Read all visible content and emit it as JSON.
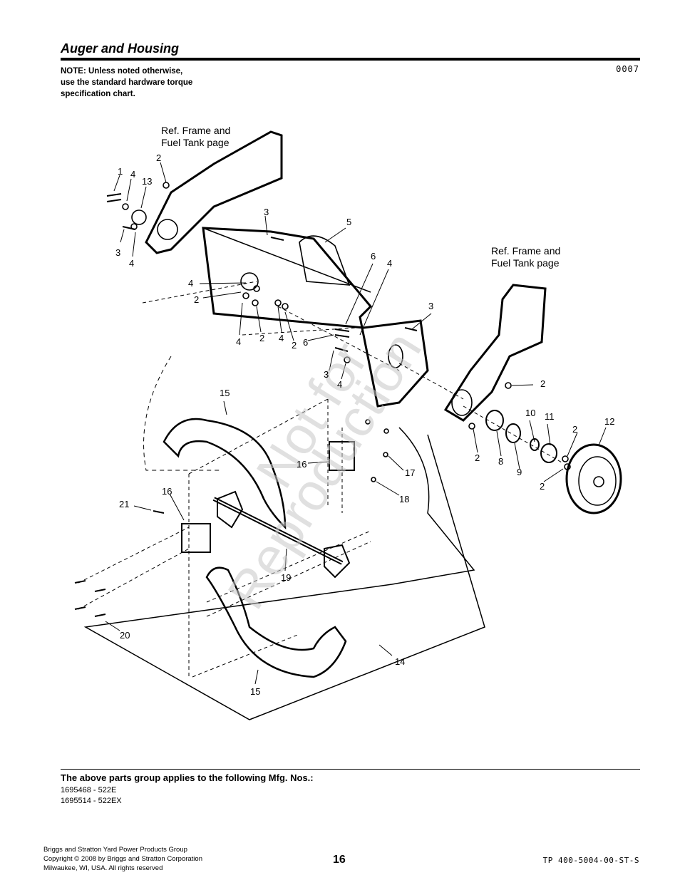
{
  "header": {
    "title": "Auger and Housing",
    "note_lines": [
      "NOTE: Unless noted otherwise,",
      "use the standard hardware torque",
      "specification chart."
    ],
    "drawing_code": "0007"
  },
  "diagram": {
    "ref_left": [
      "Ref. Frame and",
      "Fuel Tank page"
    ],
    "ref_right": [
      "Ref. Frame and",
      "Fuel Tank page"
    ],
    "watermark_line1": "Not for",
    "watermark_line2": "Reproduction",
    "callouts": [
      "1",
      "4",
      "13",
      "2",
      "3",
      "4",
      "3",
      "5",
      "6",
      "4",
      "4",
      "2",
      "4",
      "2",
      "4",
      "2",
      "6",
      "3",
      "3",
      "4",
      "2",
      "15",
      "10",
      "11",
      "12",
      "2",
      "2",
      "8",
      "9",
      "2",
      "16",
      "17",
      "18",
      "16",
      "21",
      "19",
      "20",
      "14",
      "15"
    ]
  },
  "applies": {
    "heading": "The above parts group applies to the following Mfg. Nos.:",
    "mfg_numbers": [
      "1695468 - 522E",
      "1695514 - 522EX"
    ]
  },
  "footer": {
    "company_lines": [
      "Briggs and Stratton Yard Power Products Group",
      "Copyright ©  2008 by Briggs and Stratton Corporation",
      "Milwaukee, WI, USA. All rights reserved"
    ],
    "page_number": "16",
    "doc_number": "TP 400-5004-00-ST-S"
  }
}
